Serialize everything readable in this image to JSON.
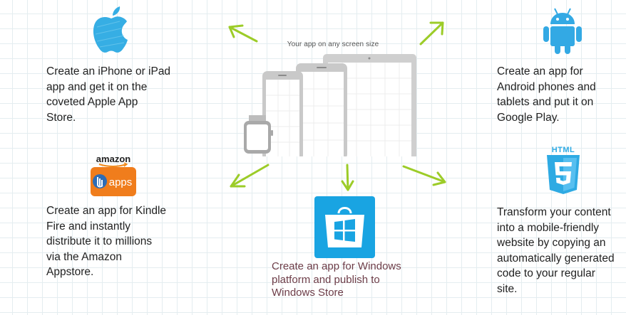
{
  "devices": {
    "caption": "Your app on any screen size"
  },
  "platforms": {
    "ios": {
      "icon": "apple-logo-icon",
      "color": "#36aee4",
      "text": "Create an iPhone or iPad\napp and get it on the\ncoveted Apple App\nStore."
    },
    "android": {
      "icon": "android-robot-icon",
      "color": "#33a9e4",
      "text": "Create an app for\nAndroid phones and\ntablets and put it on\nGoogle Play."
    },
    "kindle": {
      "icon": "amazon-apps-icon",
      "logo_text": "amazon",
      "badge_text": "apps",
      "color": "#f07d1c",
      "text": "Create an app for Kindle\nFire and instantly\ndistribute it to millions\nvia the Amazon\nAppstore."
    },
    "html5": {
      "icon": "html5-shield-icon",
      "logo_text": "HTML",
      "shield_digit": "5",
      "color": "#2eaae3",
      "text": "Transform your content\ninto a mobile-friendly\nwebsite by copying an\nautomatically generated\ncode to your regular\nsite."
    },
    "windows": {
      "icon": "windows-store-icon",
      "color": "#19a4e2",
      "text": "Create an app for Windows\nplatform and publish to\nWindows Store"
    }
  },
  "arrow_color": "#9ccc28"
}
